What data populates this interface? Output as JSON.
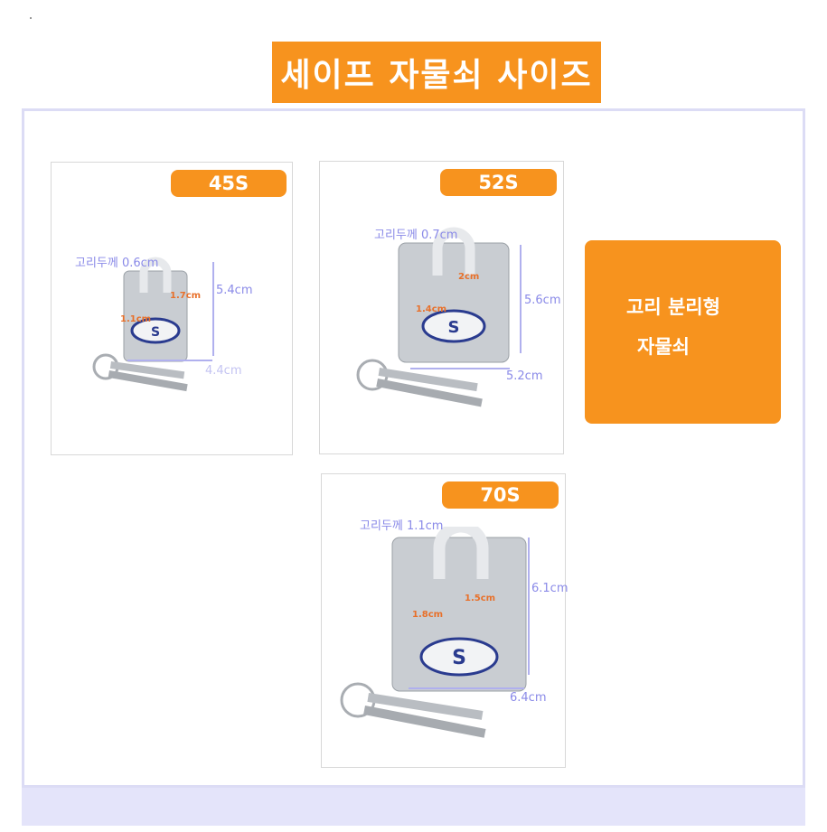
{
  "title": "세이프 자물쇠 사이즈",
  "side_note": {
    "line1": "고리 분리형",
    "line2": "자물쇠"
  },
  "products": [
    {
      "model": "45S",
      "shackle_thickness": "고리두께 0.6cm",
      "height": "5.4cm",
      "width": "4.4cm",
      "inner_h": "1.7cm",
      "inner_w": "1.1cm"
    },
    {
      "model": "52S",
      "shackle_thickness": "고리두께 0.7cm",
      "height": "5.6cm",
      "width": "5.2cm",
      "inner_h": "2cm",
      "inner_w": "1.4cm"
    },
    {
      "model": "70S",
      "shackle_thickness": "고리두께 1.1cm",
      "height": "6.1cm",
      "width": "6.4cm",
      "inner_h": "1.5cm",
      "inner_w": "1.8cm"
    }
  ],
  "colors": {
    "accent": "#f7931e",
    "dimension": "#8a8ae8",
    "inner_dimension": "#e8702a",
    "frame": "#dcdcf5"
  }
}
